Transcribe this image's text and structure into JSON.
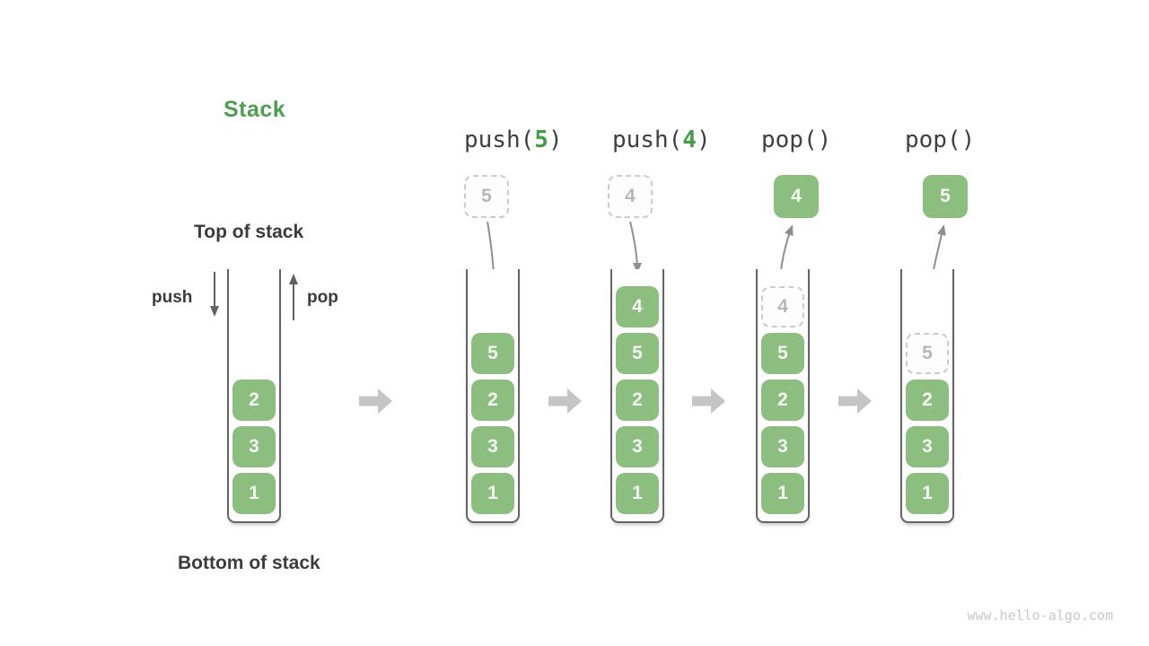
{
  "colors": {
    "title-green": "#4e9d52",
    "code-green": "#459c49",
    "box-green": "#8cbe80",
    "box-text": "#f5f7f3",
    "text-dark": "#3c3c3c",
    "wall-gray": "#646464",
    "arrow-dark": "#616161",
    "arrow-mid": "#8f8f8f",
    "arrow-block": "#c5c5c5",
    "dashed-border": "#cccccc",
    "dashed-text": "#b7b7b7",
    "watermark-gray": "#c8c8c8"
  },
  "header": {
    "title": "Stack"
  },
  "annotations": {
    "top_of_stack": "Top of stack",
    "bottom_of_stack": "Bottom of stack",
    "push": "push",
    "pop": "pop"
  },
  "watermark": "www.hello-algo.com",
  "columns": [
    {
      "name": "initial-stack",
      "stack": [
        {
          "value": "2",
          "style": "solid"
        },
        {
          "value": "3",
          "style": "solid"
        },
        {
          "value": "1",
          "style": "solid"
        }
      ]
    },
    {
      "name": "push-5",
      "label": {
        "pre": "push(",
        "arg": "5",
        "post": ")"
      },
      "above": {
        "value": "5",
        "style": "dashed"
      },
      "stack": [
        {
          "value": "5",
          "style": "solid"
        },
        {
          "value": "2",
          "style": "solid"
        },
        {
          "value": "3",
          "style": "solid"
        },
        {
          "value": "1",
          "style": "solid"
        }
      ]
    },
    {
      "name": "push-4",
      "label": {
        "pre": "push(",
        "arg": "4",
        "post": ")"
      },
      "above": {
        "value": "4",
        "style": "dashed"
      },
      "stack": [
        {
          "value": "4",
          "style": "solid"
        },
        {
          "value": "5",
          "style": "solid"
        },
        {
          "value": "2",
          "style": "solid"
        },
        {
          "value": "3",
          "style": "solid"
        },
        {
          "value": "1",
          "style": "solid"
        }
      ]
    },
    {
      "name": "pop-first",
      "label": {
        "pre": "pop()",
        "arg": "",
        "post": ""
      },
      "above": {
        "value": "4",
        "style": "solid"
      },
      "stack": [
        {
          "value": "4",
          "style": "dashed"
        },
        {
          "value": "5",
          "style": "solid"
        },
        {
          "value": "2",
          "style": "solid"
        },
        {
          "value": "3",
          "style": "solid"
        },
        {
          "value": "1",
          "style": "solid"
        }
      ]
    },
    {
      "name": "pop-second",
      "label": {
        "pre": "pop()",
        "arg": "",
        "post": ""
      },
      "above": {
        "value": "5",
        "style": "solid"
      },
      "stack": [
        {
          "value": "5",
          "style": "dashed"
        },
        {
          "value": "2",
          "style": "solid"
        },
        {
          "value": "3",
          "style": "solid"
        },
        {
          "value": "1",
          "style": "solid"
        }
      ]
    }
  ]
}
